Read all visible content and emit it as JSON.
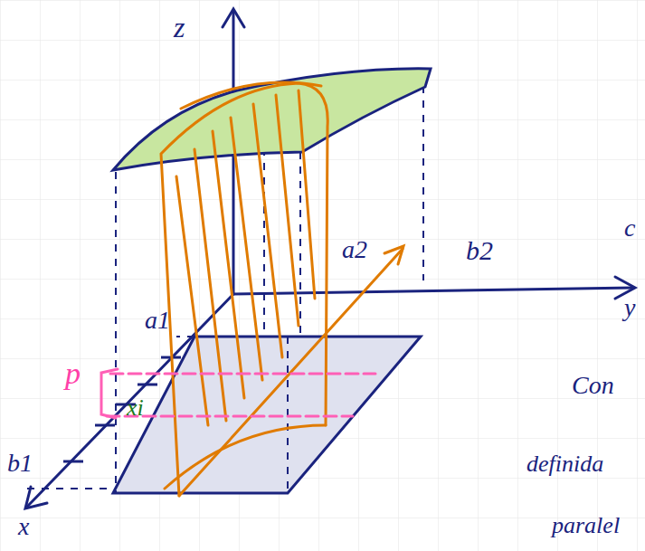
{
  "diagram": {
    "labels": [
      "z",
      "y",
      "x",
      "a1",
      "b1",
      "a2",
      "b2",
      "p",
      "xi",
      "c",
      "Con",
      "definida",
      "paralel"
    ]
  }
}
